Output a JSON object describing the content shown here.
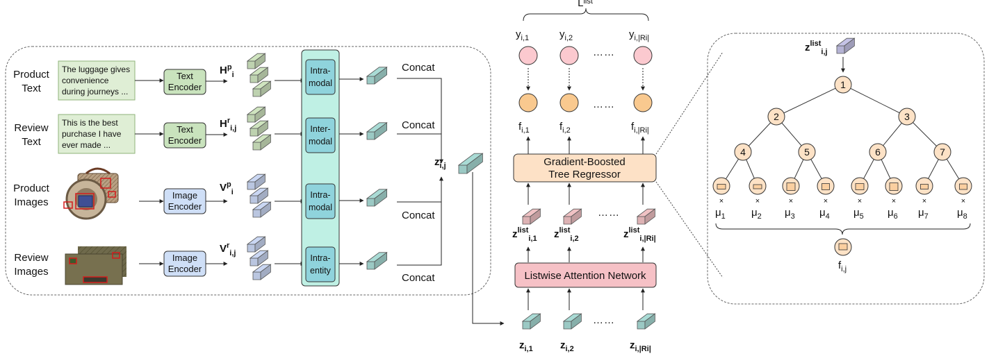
{
  "rows": [
    {
      "label": [
        "Product",
        "Text"
      ],
      "input_text": [
        "The luggage gives",
        "convenience",
        "during journeys ..."
      ],
      "encoder": [
        "Text",
        "Encoder"
      ],
      "feature": {
        "base": "H",
        "sup": "p",
        "sub": "i"
      },
      "module": [
        "Intra-",
        "modal"
      ],
      "concat": "Concat"
    },
    {
      "label": [
        "Review",
        "Text"
      ],
      "input_text": [
        "This is the best",
        "purchase I have",
        "ever made ..."
      ],
      "encoder": [
        "Text",
        "Encoder"
      ],
      "feature": {
        "base": "H",
        "sup": "r",
        "sub": "i,j"
      },
      "module": [
        "Inter-",
        "modal"
      ],
      "concat": "Concat"
    },
    {
      "label": [
        "Product",
        "Images"
      ],
      "encoder": [
        "Image",
        "Encoder"
      ],
      "feature": {
        "base": "V",
        "sup": "p",
        "sub": "i"
      },
      "module": [
        "Intra-",
        "modal"
      ],
      "concat": "Concat"
    },
    {
      "label": [
        "Review",
        "Images"
      ],
      "encoder": [
        "Image",
        "Encoder"
      ],
      "feature": {
        "base": "V",
        "sup": "r",
        "sub": "i,j"
      },
      "module": [
        "Intra-",
        "entity"
      ],
      "concat": "Concat"
    }
  ],
  "fusion": {
    "z": {
      "base": "z",
      "sub": "i,j"
    }
  },
  "ranking": {
    "loss": {
      "base": "L",
      "sup": "list"
    },
    "outputs": [
      {
        "base": "y",
        "sub": "i,1"
      },
      {
        "base": "y",
        "sub": "i,2"
      },
      {
        "base": "y",
        "sub": "i,|Ri|"
      }
    ],
    "scores": [
      {
        "base": "f",
        "sub": "i,1"
      },
      {
        "base": "f",
        "sub": "i,2"
      },
      {
        "base": "f",
        "sub": "i,|Ri|"
      }
    ],
    "regressor": [
      "Gradient-Boosted",
      "Tree Regressor"
    ],
    "attn_outputs": [
      {
        "base": "z",
        "sup": "list",
        "sub": "i,1"
      },
      {
        "base": "z",
        "sup": "list",
        "sub": "i,2"
      },
      {
        "base": "z",
        "sup": "list",
        "sub": "i,|Ri|"
      }
    ],
    "attention": "Listwise Attention Network",
    "inputs": [
      {
        "base": "z",
        "sub": "i,1"
      },
      {
        "base": "z",
        "sub": "i,2"
      },
      {
        "base": "z",
        "sub": "i,|Ri|"
      }
    ],
    "ellipsis": "……"
  },
  "tree": {
    "input": {
      "base": "z",
      "sup": "list",
      "sub": "i,j"
    },
    "nodes": [
      "1",
      "2",
      "3",
      "4",
      "5",
      "6",
      "7"
    ],
    "leaf_weights": [
      "1",
      "2",
      "3",
      "4",
      "5",
      "6",
      "7",
      "8"
    ],
    "weight_symbol": "μ",
    "times": "×",
    "output": {
      "base": "f",
      "sub": "i,j"
    }
  },
  "colors": {
    "text_box": "#dfeed5",
    "text_box_border": "#8fb37a",
    "text_encoder": "#c9e3bd",
    "image_encoder": "#cfdff7",
    "green_cube": "#cfe4bf",
    "blue_cube": "#cad7f3",
    "teal_cube": "#a9dbd5",
    "pink_cube": "#f0c2c4",
    "purple_cube": "#c5c3e6",
    "module_column": "#bff0e4",
    "module_box": "#8fd3dc",
    "regressor": "#fde1c6",
    "attention": "#f6c1c6",
    "output_node": "#fbc9cf",
    "score_node": "#f9c98f",
    "tree_node": "#fde2c6"
  }
}
